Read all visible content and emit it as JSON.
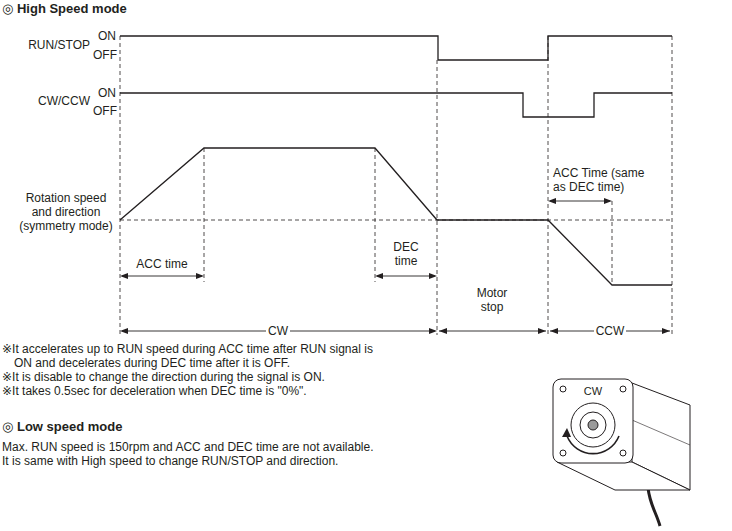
{
  "diagram": {
    "title": "◎ High Speed mode",
    "labels": [
      "RUN/STOP",
      "ON",
      "OFF",
      "CW/CCW",
      "ON",
      "OFF",
      "Rotation speed and direction (symmetry mode)",
      "ACC time",
      "DEC time",
      "Motor stop",
      "CW",
      "ACC Time (same as DEC time)",
      "CCW",
      "※It accelerates up to RUN speed during ACC time after RUN signal is ON and decelerates during DEC time after it is OFF.",
      "※It is disable to change the direction during the signal is ON.",
      "※It takes 0.5sec for deceleration when DEC time is \"0%\".",
      "◎ Low speed mode",
      "Max. RUN speed is 150rpm and ACC and DEC time are not available.",
      "It is same with High speed to change RUN/STOP and direction.",
      "CW"
    ]
  }
}
